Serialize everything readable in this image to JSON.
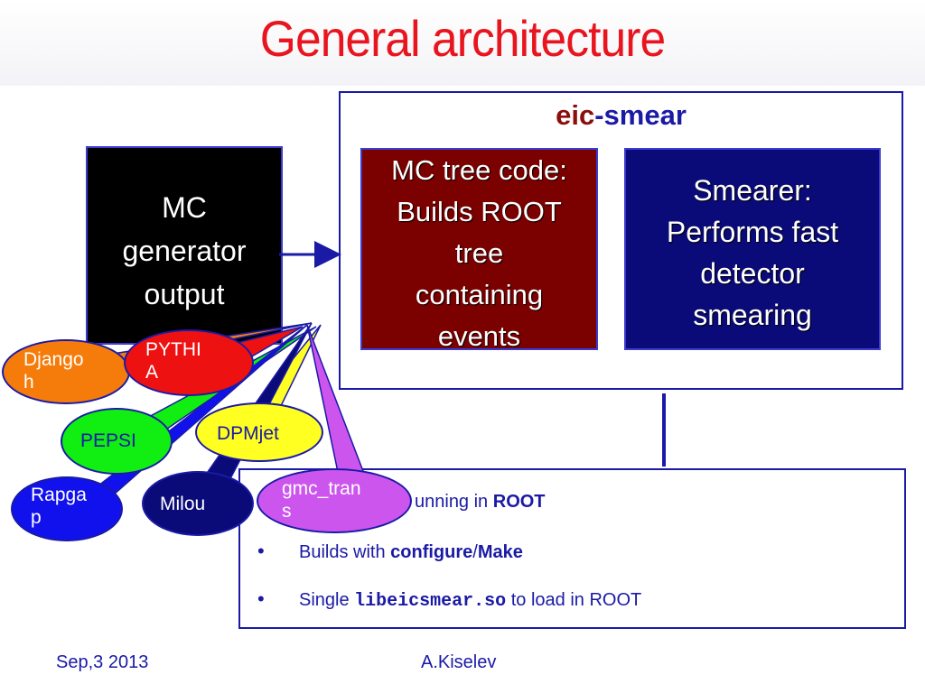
{
  "title": "General architecture",
  "mc_generator": {
    "line1": "MC",
    "line2": "generator",
    "line3": "output"
  },
  "eic_smear": {
    "part1": "eic",
    "part2": "-smear"
  },
  "mc_tree": {
    "line1": "MC tree code:",
    "line2": "Builds ROOT",
    "line3": "tree",
    "line4": "containing",
    "line5": "events"
  },
  "smearer": {
    "line1": "Smearer:",
    "line2": "Performs fast",
    "line3": "detector",
    "line4": "smearing"
  },
  "generators": [
    {
      "line1": "Django",
      "line2": "h",
      "color": "#f57c0a"
    },
    {
      "line1": "PYTHI",
      "line2": "A",
      "color": "#ee1111"
    },
    {
      "line1": "PEPSI",
      "line2": "",
      "color": "#11ee11"
    },
    {
      "line1": "DPMjet",
      "line2": "",
      "color": "#ffff22"
    },
    {
      "line1": "Rapga",
      "line2": "p",
      "color": "#1111ee"
    },
    {
      "line1": "Milou",
      "line2": "",
      "color": "#0a0a78"
    },
    {
      "line1": "gmc_tran",
      "line2": "s",
      "color": "#cc55ee"
    }
  ],
  "bullets": {
    "b1_text": "unning in ",
    "b1_bold": "ROOT",
    "b2_text": "Builds with ",
    "b2_bold1": "configure",
    "b2_sep": "/",
    "b2_bold2": "Make",
    "b3_text": "Single ",
    "b3_code": "libeicsmear.so",
    "b3_tail": " to load in ROOT"
  },
  "footer": {
    "date": "Sep,3 2013",
    "author": "A.Kiselev"
  }
}
